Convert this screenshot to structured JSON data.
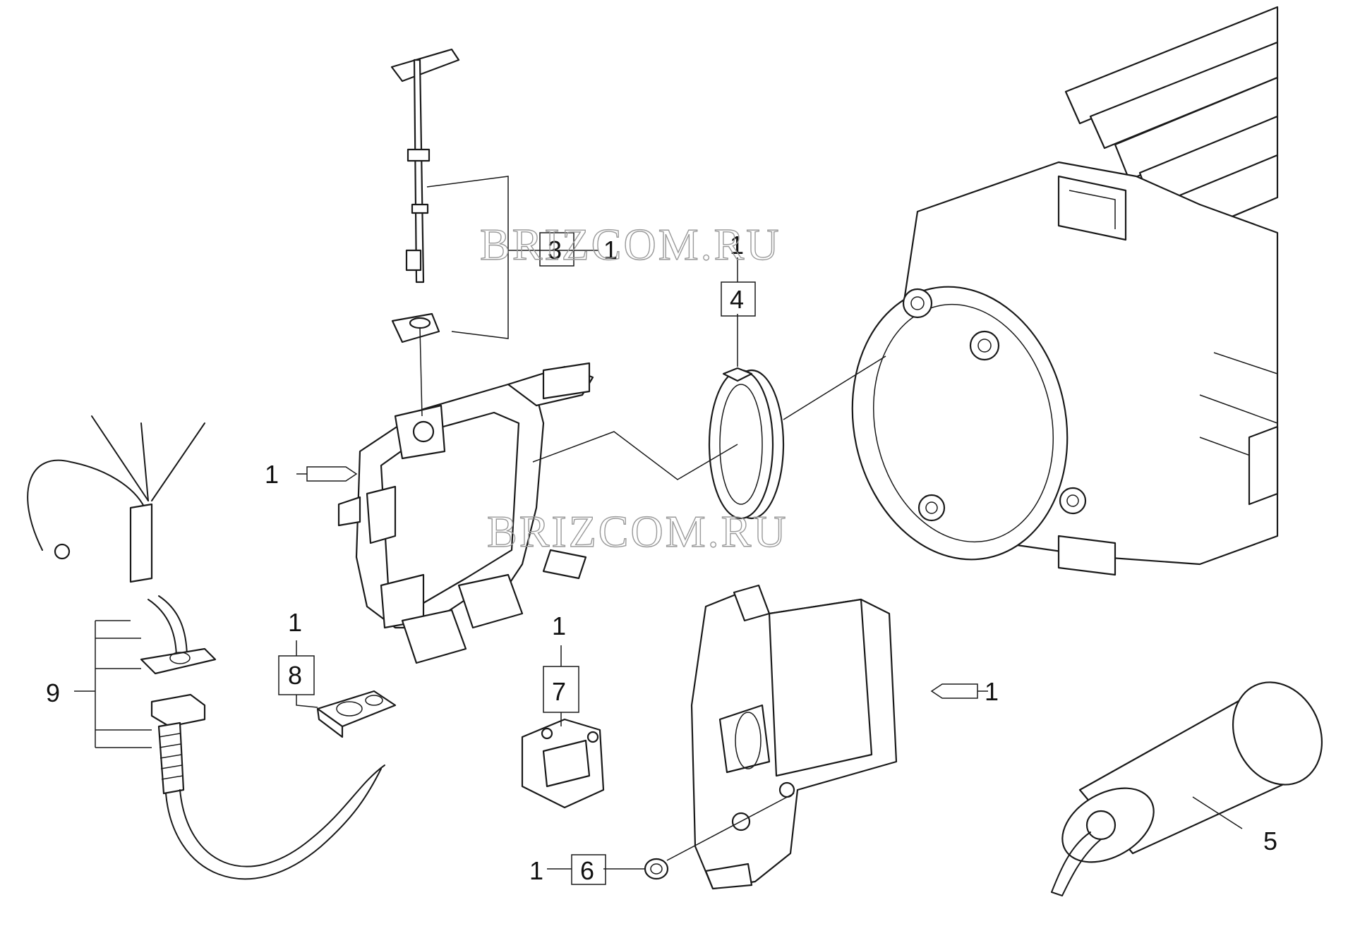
{
  "watermarks": [
    "BRIZCOM.RU",
    "BRIZCOM.RU"
  ],
  "callouts": {
    "c3": "3",
    "c3_qty": "1",
    "c4": "4",
    "c4_qty": "1",
    "c1_housing": "1",
    "c1_module": "1",
    "c5": "5",
    "c6": "6",
    "c6_qty": "1",
    "c7": "7",
    "c7_qty": "1",
    "c8": "8",
    "c8_qty": "1",
    "c9": "9"
  }
}
